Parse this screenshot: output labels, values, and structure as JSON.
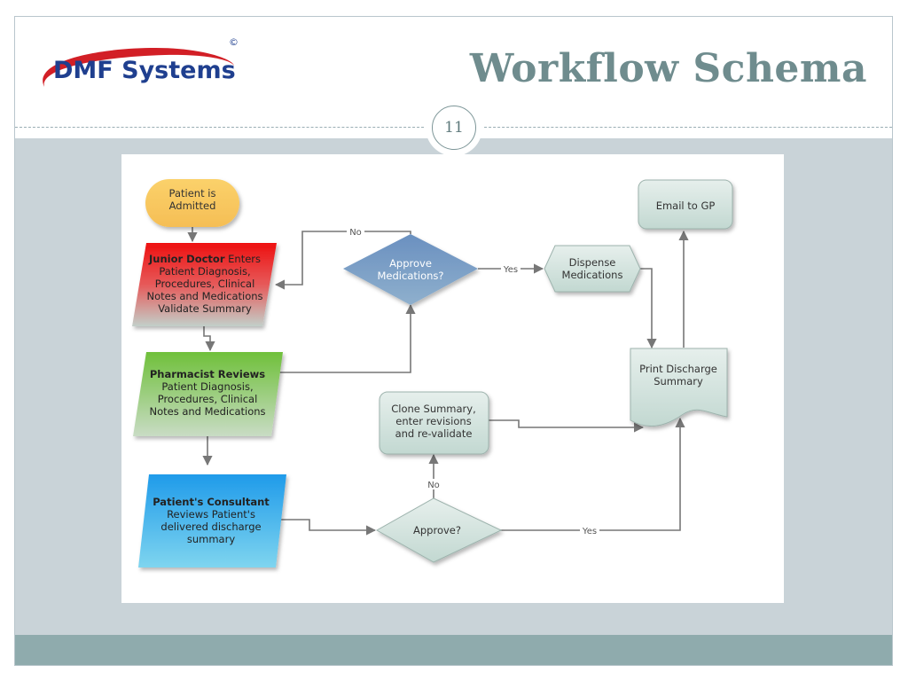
{
  "slide": {
    "title": "Workflow Schema",
    "page_number": "11",
    "logo_text": "DMF Systems",
    "logo_mark": "©"
  },
  "colors": {
    "title": "#6f8c8e",
    "band": "#c9d3d8",
    "footer": "#8fabad",
    "start_fill": "#f8c860",
    "junior_fill_top": "#ee1010",
    "pharmacist_fill_top": "#6fc03a",
    "consultant_fill_top": "#1f9bea",
    "node_fill": "#c8dbd6",
    "logo_red": "#d21f26",
    "logo_blue": "#1f3f8f"
  },
  "diagram": {
    "nodes": {
      "start": {
        "lines": [
          "Patient is",
          "Admitted"
        ]
      },
      "junior_doctor": {
        "lines": [
          [
            "Junior Doctor",
            " Enters"
          ],
          "Patient Diagnosis,",
          "Procedures, Clinical",
          "Notes and Medications",
          "Validate Summary"
        ]
      },
      "pharmacist": {
        "lines": [
          [
            "Pharmacist Reviews",
            ""
          ],
          "Patient Diagnosis,",
          "Procedures, Clinical",
          "Notes and Medications"
        ]
      },
      "consultant": {
        "lines": [
          [
            "Patient's Consultant",
            ""
          ],
          "Reviews  Patient's",
          "delivered discharge",
          "summary"
        ]
      },
      "approve_medications": {
        "lines": [
          "Approve",
          "Medications?"
        ]
      },
      "dispense": {
        "lines": [
          "Dispense",
          "Medications"
        ]
      },
      "email_gp": {
        "lines": [
          "Email to GP"
        ]
      },
      "print_summary": {
        "lines": [
          "Print Discharge",
          "Summary"
        ]
      },
      "clone_summary": {
        "lines": [
          "Clone Summary,",
          "enter revisions",
          "and re-validate"
        ]
      },
      "approve": {
        "lines": [
          "Approve?"
        ]
      }
    },
    "edge_labels": {
      "meds_no": "No",
      "meds_yes": "Yes",
      "approve_no": "No",
      "approve_yes": "Yes"
    }
  }
}
